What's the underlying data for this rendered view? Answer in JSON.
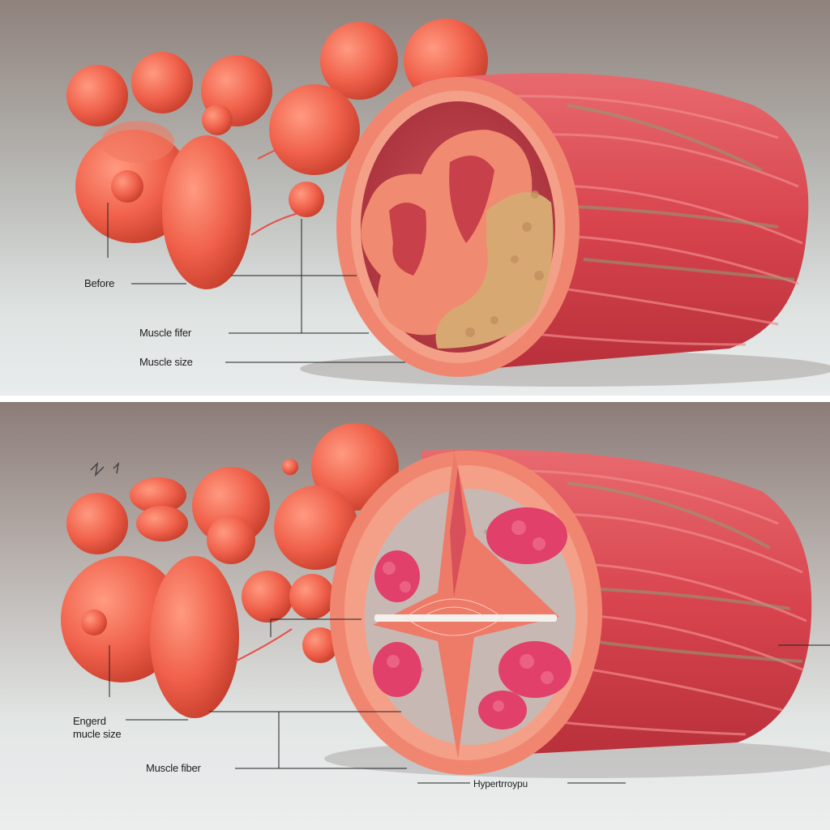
{
  "top_panel": {
    "labels": {
      "before": "Before",
      "muscle_fiber": "Muscle fifer",
      "muscle_size": "Muscle size"
    }
  },
  "bottom_panel": {
    "labels": {
      "enlarged_size_line1": "Engerd",
      "enlarged_size_line2": "mucle size",
      "muscle_fiber": "Muscle fiber",
      "hypertrophy": "Hypertrroypu"
    }
  },
  "colors": {
    "muscle": "#d9454f",
    "muscle_light": "#ef7a76",
    "cell": "#f06a52",
    "cross_section": "#f0826c",
    "fat_tissue": "#d9a870",
    "enlarged_tissue": "#e0406a",
    "background_top": "#9a8c86",
    "background_bottom": "#dfe3e2",
    "divider": "#ffffff"
  }
}
